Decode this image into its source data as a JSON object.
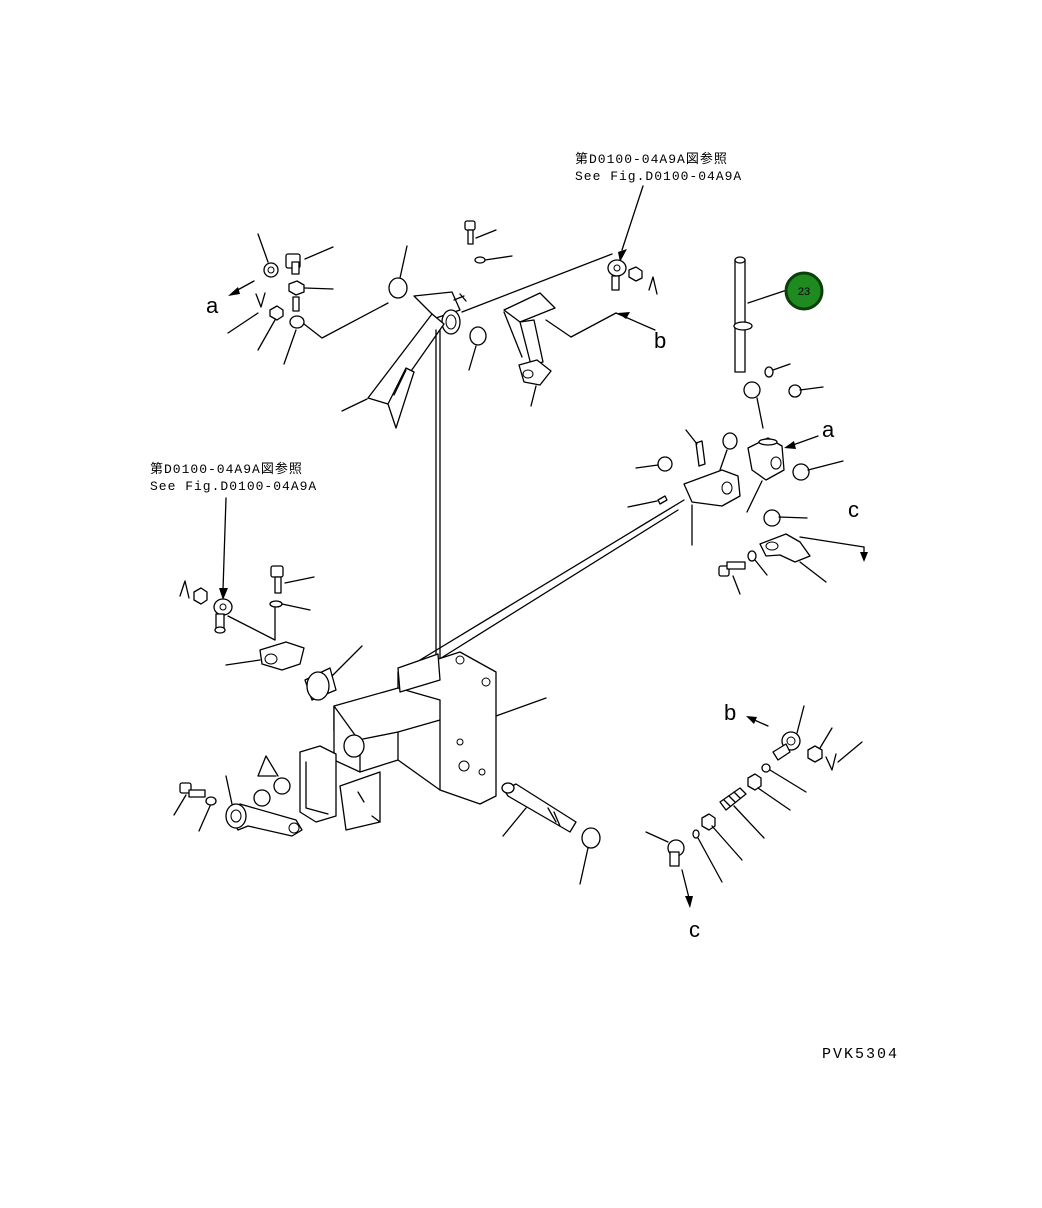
{
  "references": {
    "top_jp": "第D0100-04A9A図参照",
    "top_en": "See Fig.D0100-04A9A",
    "left_jp": "第D0100-04A9A図参照",
    "left_en": "See Fig.D0100-04A9A"
  },
  "connection_labels": {
    "a_left": "a",
    "a_right": "a",
    "b_top": "b",
    "b_bottom": "b",
    "c_right": "c",
    "c_bottom": "c"
  },
  "callout": {
    "number": "23",
    "color": "#1f8a1f",
    "ring_color": "#0a3f0a"
  },
  "drawing_code": "PVK5304"
}
